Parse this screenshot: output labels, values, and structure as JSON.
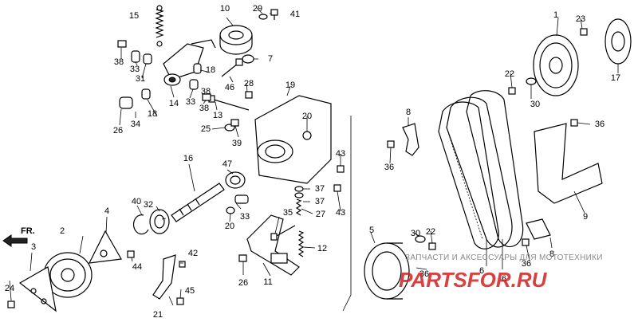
{
  "direction_label": "FR.",
  "watermark": {
    "line1": "ЗАПЧАСТИ И АКСЕССУАРЫ ДЛЯ МОТОТЕХНИКИ",
    "line2": "PARTSFOR.RU"
  },
  "callouts": [
    "1",
    "2",
    "3",
    "4",
    "5",
    "6",
    "6",
    "7",
    "8",
    "8",
    "9",
    "10",
    "11",
    "12",
    "13",
    "14",
    "15",
    "16",
    "17",
    "18",
    "18",
    "19",
    "20",
    "20",
    "21",
    "22",
    "22",
    "23",
    "24",
    "25",
    "26",
    "26",
    "27",
    "28",
    "29",
    "30",
    "30",
    "31",
    "32",
    "33",
    "33",
    "33",
    "34",
    "35",
    "36",
    "36",
    "36",
    "36",
    "37",
    "37",
    "38",
    "38",
    "38",
    "39",
    "40",
    "41",
    "42",
    "43",
    "43",
    "44",
    "45",
    "46",
    "47"
  ]
}
